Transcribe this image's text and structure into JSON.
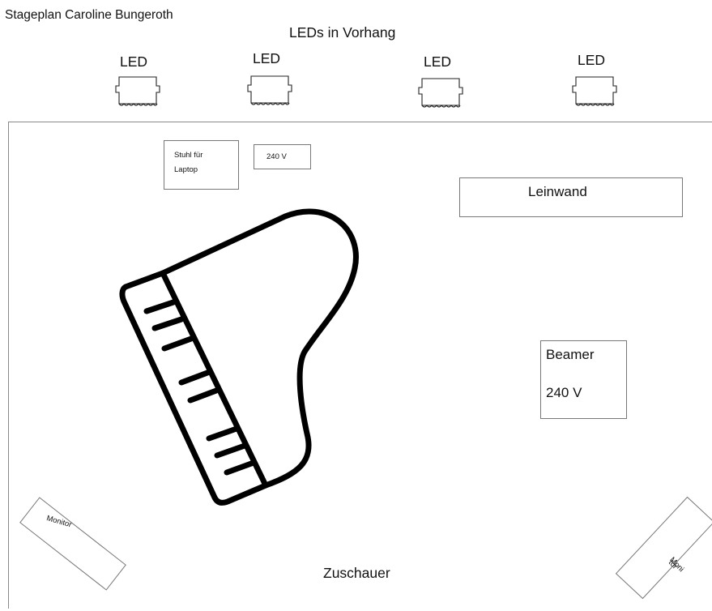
{
  "title": "Stageplan Caroline Bungeroth",
  "curtain_label": "LEDs in Vorhang",
  "leds": [
    {
      "label": "LED"
    },
    {
      "label": "LED"
    },
    {
      "label": "LED"
    },
    {
      "label": "LED"
    }
  ],
  "chair": {
    "line1": "Stuhl für",
    "line2": "Laptop"
  },
  "power_outlet": "240 V",
  "screen": "Leinwand",
  "beamer": {
    "label": "Beamer",
    "power": "240 V"
  },
  "piano": {
    "icon": "grand-piano-icon"
  },
  "monitors": [
    {
      "label": "Monitor"
    },
    {
      "line1": "Moni",
      "line2": "tor"
    }
  ],
  "audience": "Zuschauer"
}
